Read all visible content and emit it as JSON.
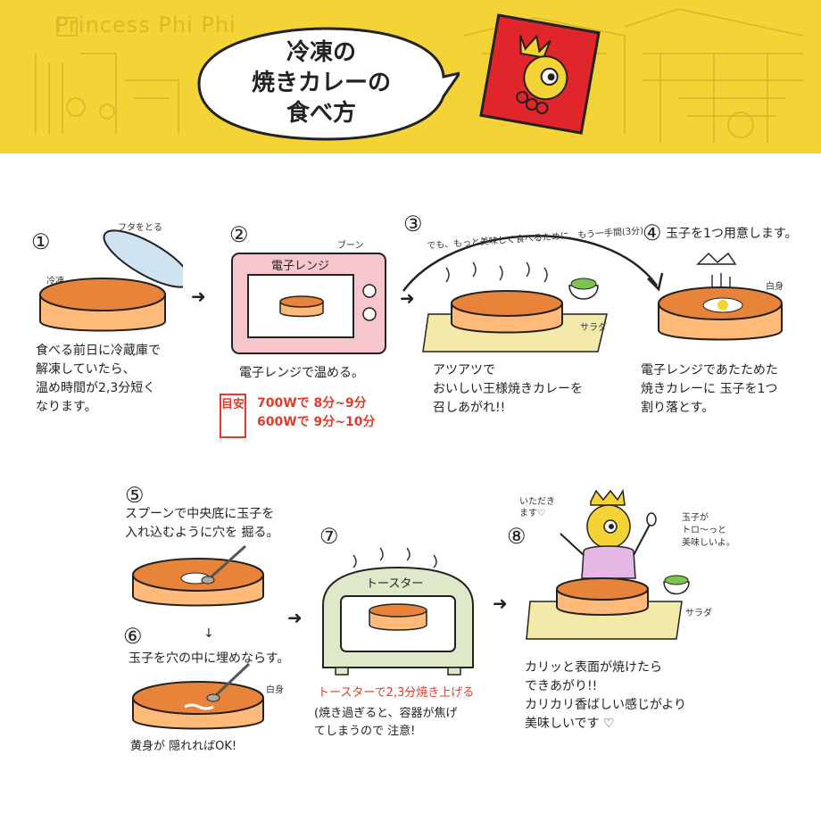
{
  "banner": {
    "brand": "Princess Phi Phi",
    "title_lines": [
      "冷凍の",
      "焼きカレーの",
      "食べ方"
    ]
  },
  "steps": [
    {
      "number": "①",
      "labels": {
        "lid": "フタをとる",
        "frozen": "冷凍"
      },
      "text": [
        "食べる前日に冷蔵庫で",
        "解凍していたら、",
        "温め時間が2,3分短く",
        "なります。"
      ]
    },
    {
      "number": "②",
      "labels": {
        "sound": "ブーン",
        "device": "電子レンジ"
      },
      "text": [
        "電子レンジで温める。"
      ],
      "guide_badge": "目安",
      "guide": [
        "700Wで 8分~9分",
        "600Wで 9分~10分"
      ]
    },
    {
      "number": "③",
      "arc_note": "でも、もっと美味しく食べるために、もう一手間(3分)",
      "labels": {
        "salad": "サラダ"
      },
      "text": [
        "アツアツで",
        "おいしい王様焼きカレーを",
        "召しあがれ!!"
      ]
    },
    {
      "number": "④",
      "heading": "玉子を1つ用意します。",
      "labels": {
        "egg_white": "白身"
      },
      "text": [
        "電子レンジであたためた",
        "焼きカレーに 玉子を1つ",
        "割り落とす。"
      ]
    },
    {
      "number": "⑤",
      "text": [
        "スプーンで中央底に玉子を",
        "入れ込むように穴を 掘る。"
      ]
    },
    {
      "number": "⑥",
      "text": [
        "玉子を穴の中に埋めならす。"
      ],
      "labels": {
        "egg_white": "白身"
      },
      "note": "黄身が 隠れればOK!"
    },
    {
      "number": "⑦",
      "labels": {
        "device": "トースター"
      },
      "heading": "トースターで2,3分焼き上げる",
      "note": [
        "(焼き過ぎると、容器が焦げ",
        "てしまうので 注意!"
      ]
    },
    {
      "number": "⑧",
      "labels": {
        "itadakimasu": [
          "いただき",
          "ます♡"
        ],
        "comment": [
          "玉子が",
          "トロ〜っと",
          "美味しいよ。"
        ],
        "salad": "サラダ"
      },
      "text": [
        "カリッと表面が焼けたら",
        "できあがり!!",
        "カリカリ香ばしい感じがより",
        "美味しいです ♡"
      ]
    }
  ],
  "colors": {
    "banner": "#f4d337",
    "curry": "#e8843a",
    "dish": "#ffb978",
    "oven_pink": "#f6c6cc",
    "toaster_green": "#dde9c9",
    "mat": "#f3eaa9",
    "accent_red": "#e23b2a",
    "logo_red": "#e0262b"
  }
}
